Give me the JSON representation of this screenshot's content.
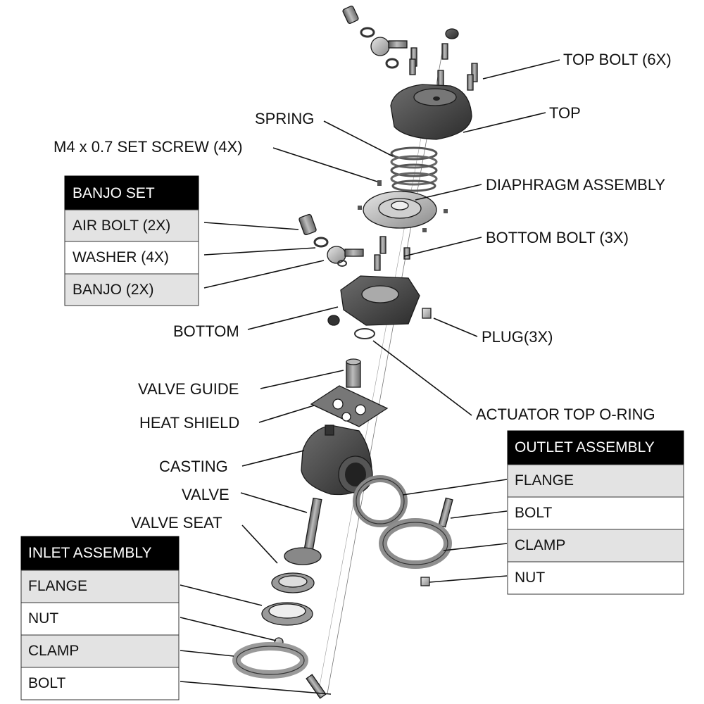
{
  "callouts": {
    "top_bolt": "TOP BOLT (6X)",
    "top": "TOP",
    "spring": "SPRING",
    "set_screw": "M4 x 0.7 SET SCREW (4X)",
    "diaphragm": "DIAPHRAGM  ASSEMBLY",
    "bottom_bolt": "BOTTOM BOLT (3X)",
    "bottom": "BOTTOM",
    "plug": "PLUG(3X)",
    "valve_guide": "VALVE GUIDE",
    "heat_shield": "HEAT SHIELD",
    "actuator_oring": "ACTUATOR TOP O-RING",
    "casting": "CASTING",
    "valve": "VALVE",
    "valve_seat": "VALVE SEAT"
  },
  "banjo_set": {
    "title": "BANJO SET",
    "items": [
      "AIR BOLT (2X)",
      "WASHER (4X)",
      "BANJO (2X)"
    ]
  },
  "outlet_assembly": {
    "title": "OUTLET ASSEMBLY",
    "items": [
      "FLANGE",
      "BOLT",
      "CLAMP",
      "NUT"
    ]
  },
  "inlet_assembly": {
    "title": "INLET ASSEMBLY",
    "items": [
      "FLANGE",
      "NUT",
      "CLAMP",
      "BOLT"
    ]
  }
}
